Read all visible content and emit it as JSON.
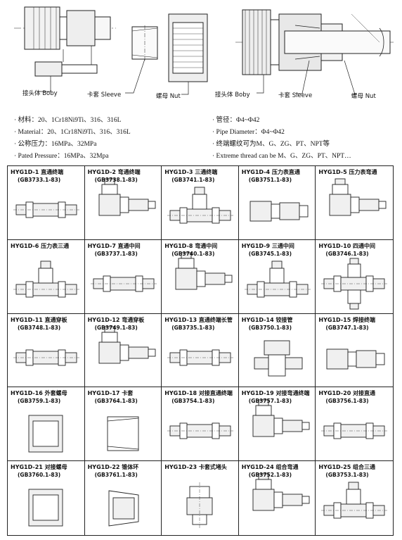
{
  "top_labels": {
    "body_left": "接头体 Boby",
    "sleeve_left": "卡套 Sleeve",
    "nut_left": "螺母 Nut",
    "body_right": "接头体 Boby",
    "sleeve_right": "卡套 Sleeve",
    "nut_right": "螺母 Nut"
  },
  "specs": {
    "material_cn": "· 材料：20、1Cr18Ni9Ti、316、316L",
    "material_en": "· Material：20、1Cr18Ni9Ti、316、316L",
    "pressure_cn": "· 公称压力：16MPa、32MPa",
    "pressure_en": "· Pated Pressure：16MPa、32Mpa",
    "diameter_cn": "· 管径：Φ4~Φ42",
    "diameter_en": "· Pipe Diameter：Φ4~Φ42",
    "thread_cn": "· 终端螺纹可为M、G、ZG、PT、NPT等",
    "thread_en": "· Extreme thread can be M、G、ZG、PT、NPT…"
  },
  "products": [
    {
      "title": "HYG1D-1 直通终端",
      "std": "(GB3733.1-83)",
      "icon": "straight-terminal"
    },
    {
      "title": "HYG1D-2 弯通终端",
      "std": "(GB3738.1-83)",
      "icon": "elbow-terminal"
    },
    {
      "title": "HYG1D-3 三通终端",
      "std": "(GB3741.1-83)",
      "icon": "tee-terminal"
    },
    {
      "title": "HYG1D-4 压力表直通",
      "std": "(GB3751.1-83)",
      "icon": "gauge-straight"
    },
    {
      "title": "HYG1D-5 压力表弯通",
      "std": "",
      "icon": "gauge-elbow"
    },
    {
      "title": "HYG1D-6 压力表三通",
      "std": "",
      "icon": "gauge-tee"
    },
    {
      "title": "HYG1D-7 直通中间",
      "std": "(GB3737.1-83)",
      "icon": "straight-union"
    },
    {
      "title": "HYG1D-8 弯通中间",
      "std": "(GB3740.1-83)",
      "icon": "elbow-union"
    },
    {
      "title": "HYG1D-9 三通中间",
      "std": "(GB3745.1-83)",
      "icon": "tee-union"
    },
    {
      "title": "HYG1D-10 四通中间",
      "std": "(GB3746.1-83)",
      "icon": "cross-union"
    },
    {
      "title": "HYG1D-11 直通穿板",
      "std": "(GB3748.1-83)",
      "icon": "bulkhead-straight"
    },
    {
      "title": "HYG1D-12 弯通穿板",
      "std": "(GB3749.1-83)",
      "icon": "bulkhead-elbow"
    },
    {
      "title": "HYG1D-13 直通终端长管",
      "std": "(GB3735.1-83)",
      "icon": "long-straight"
    },
    {
      "title": "HYG1D-14 铰接管",
      "std": "(GB3750.1-83)",
      "icon": "banjo"
    },
    {
      "title": "HYG1D-15 焊接终端",
      "std": "(GB3747.1-83)",
      "icon": "weld-terminal"
    },
    {
      "title": "HYG1D-16 外套螺母",
      "std": "(GB3759.1-83)",
      "icon": "nut"
    },
    {
      "title": "HYG1D-17 卡套",
      "std": "(GB3764.1-83)",
      "icon": "sleeve"
    },
    {
      "title": "HYG1D-18 对接直通终端",
      "std": "(GB3754.1-83)",
      "icon": "butt-straight"
    },
    {
      "title": "HYG1D-19 对接弯通终端",
      "std": "(GB3757.1-83)",
      "icon": "butt-elbow"
    },
    {
      "title": "HYG1D-20 对接直通",
      "std": "(GB3756.1-83)",
      "icon": "butt-union"
    },
    {
      "title": "HYG1D-21 对接螺母",
      "std": "(GB3760.1-83)",
      "icon": "butt-nut"
    },
    {
      "title": "HYG1D-22 锥体环",
      "std": "(GB3761.1-83)",
      "icon": "cone-ring"
    },
    {
      "title": "HYG1D-23 卡套式堵头",
      "std": "",
      "icon": "plug"
    },
    {
      "title": "HYG1D-24 组合弯通",
      "std": "(GB3752.1-83)",
      "icon": "combo-elbow"
    },
    {
      "title": "HYG1D-25 组合三通",
      "std": "(GB3753.1-83)",
      "icon": "combo-tee"
    }
  ]
}
